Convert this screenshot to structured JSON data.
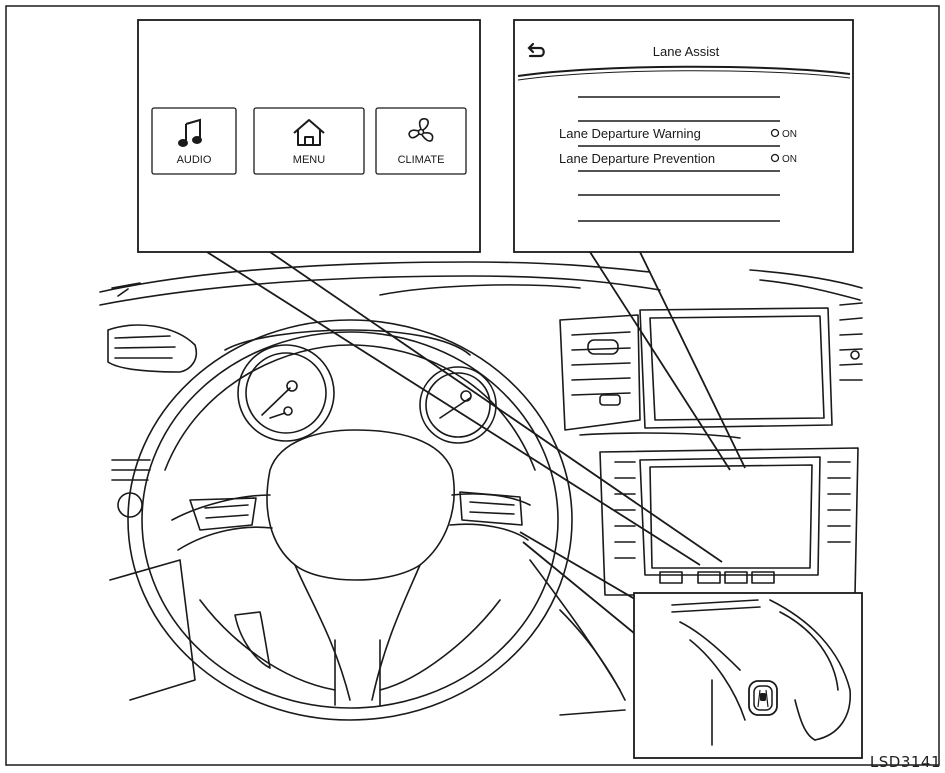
{
  "figure_id": "LSD3141",
  "control_panel": {
    "buttons": [
      {
        "label": "AUDIO",
        "icon": "music-note-icon"
      },
      {
        "label": "MENU",
        "icon": "home-icon"
      },
      {
        "label": "CLIMATE",
        "icon": "fan-icon"
      }
    ]
  },
  "lane_assist_screen": {
    "title": "Lane Assist",
    "back_icon": "back-arrow-icon",
    "items": [
      {
        "label": "Lane Departure Warning",
        "state": "ON"
      },
      {
        "label": "Lane Departure Prevention",
        "state": "ON"
      }
    ]
  },
  "colors": {
    "line": "#1a1a1a",
    "background": "#ffffff"
  }
}
